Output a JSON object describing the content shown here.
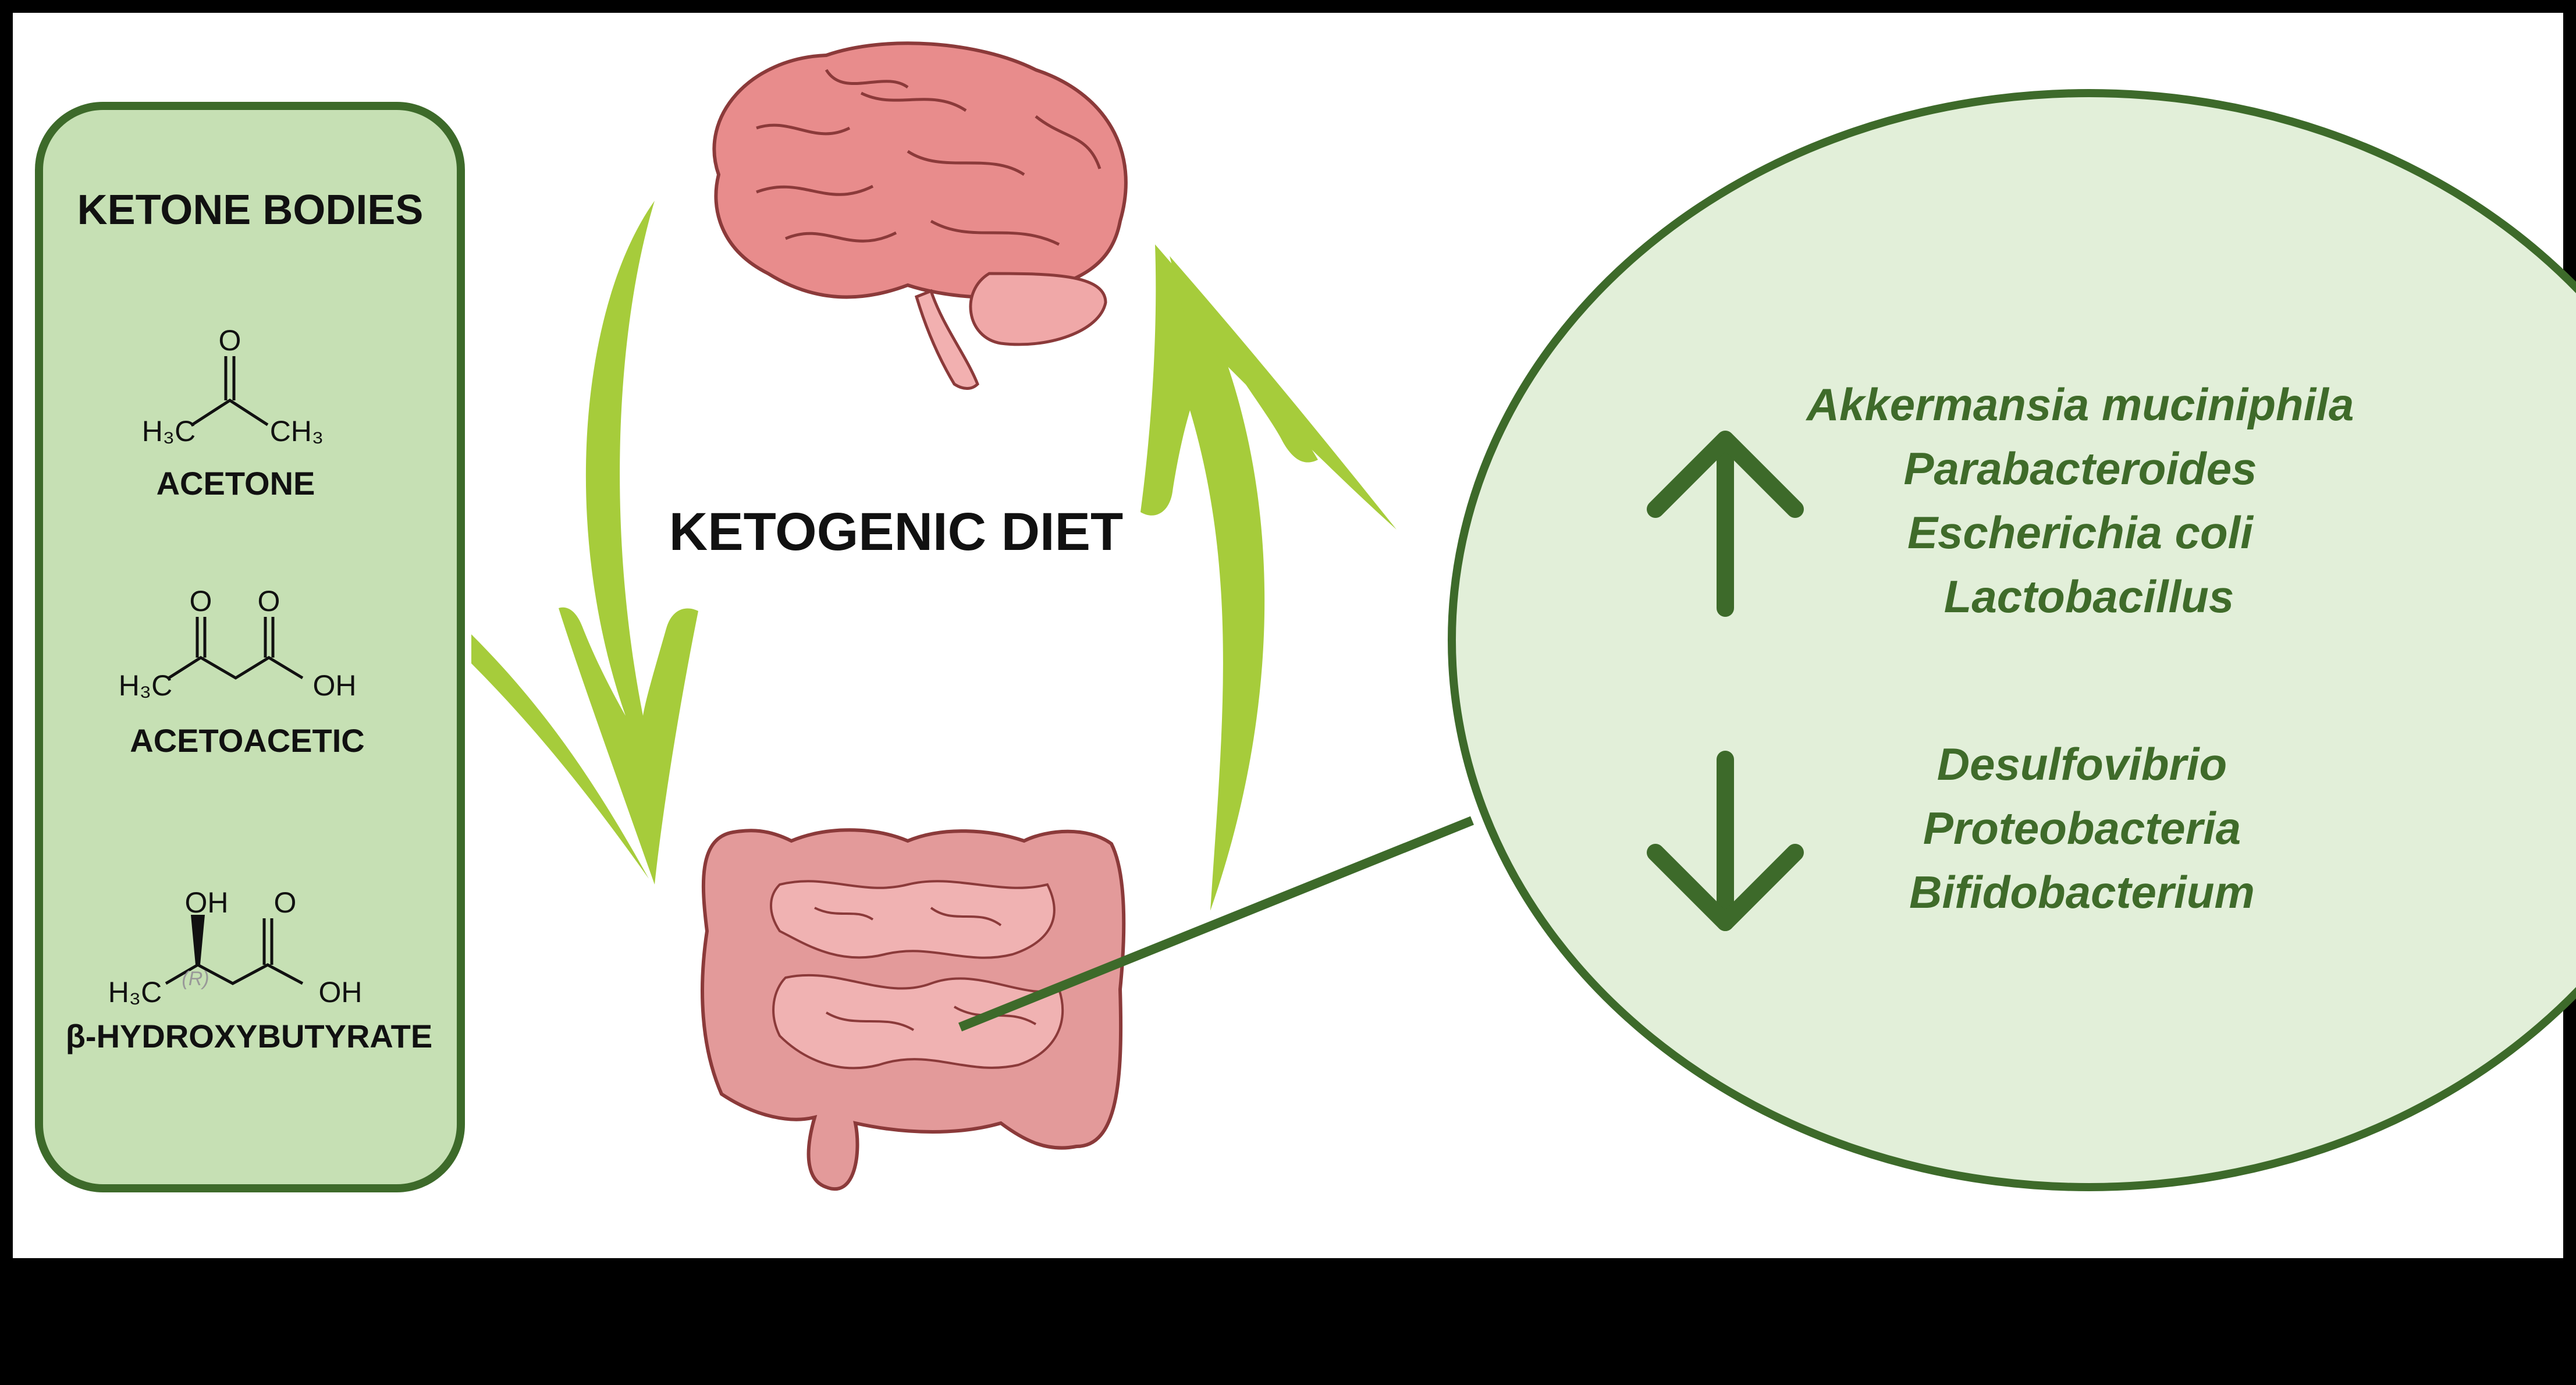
{
  "diagram": {
    "center_title": "KETOGENIC DIET",
    "ketone_panel": {
      "title": "KETONE BODIES",
      "compounds": [
        {
          "name": "ACETONE",
          "atoms": {
            "o": "O",
            "left": "H3C",
            "right": "CH3"
          }
        },
        {
          "name": "ACETOACETIC",
          "atoms": {
            "o1": "O",
            "o2": "O",
            "left": "H3C",
            "oh": "OH"
          }
        },
        {
          "name": "β-HYDROXYBUTYRATE",
          "atoms": {
            "oh_top": "OH",
            "o": "O",
            "left": "H3C",
            "stereo": "(R)",
            "oh": "OH"
          }
        }
      ]
    },
    "microbiota": {
      "increased": [
        "Akkermansia muciniphila",
        "Parabacteroides",
        "Escherichia coli",
        "Lactobacillus"
      ],
      "decreased": [
        "Desulfovibrio",
        "Proteobacteria",
        "Bifidobacterium"
      ]
    },
    "organs": {
      "top": "brain-illustration",
      "bottom": "intestine-illustration"
    },
    "colors": {
      "panel_fill": "#c6e0b4",
      "panel_stroke": "#3d6a2a",
      "circle_fill": "#e2efd9",
      "arrow_green": "#a6cc3b",
      "text_green": "#3f6b2a",
      "brain": "#e88c8c",
      "intestine": "#e39a9a"
    }
  }
}
